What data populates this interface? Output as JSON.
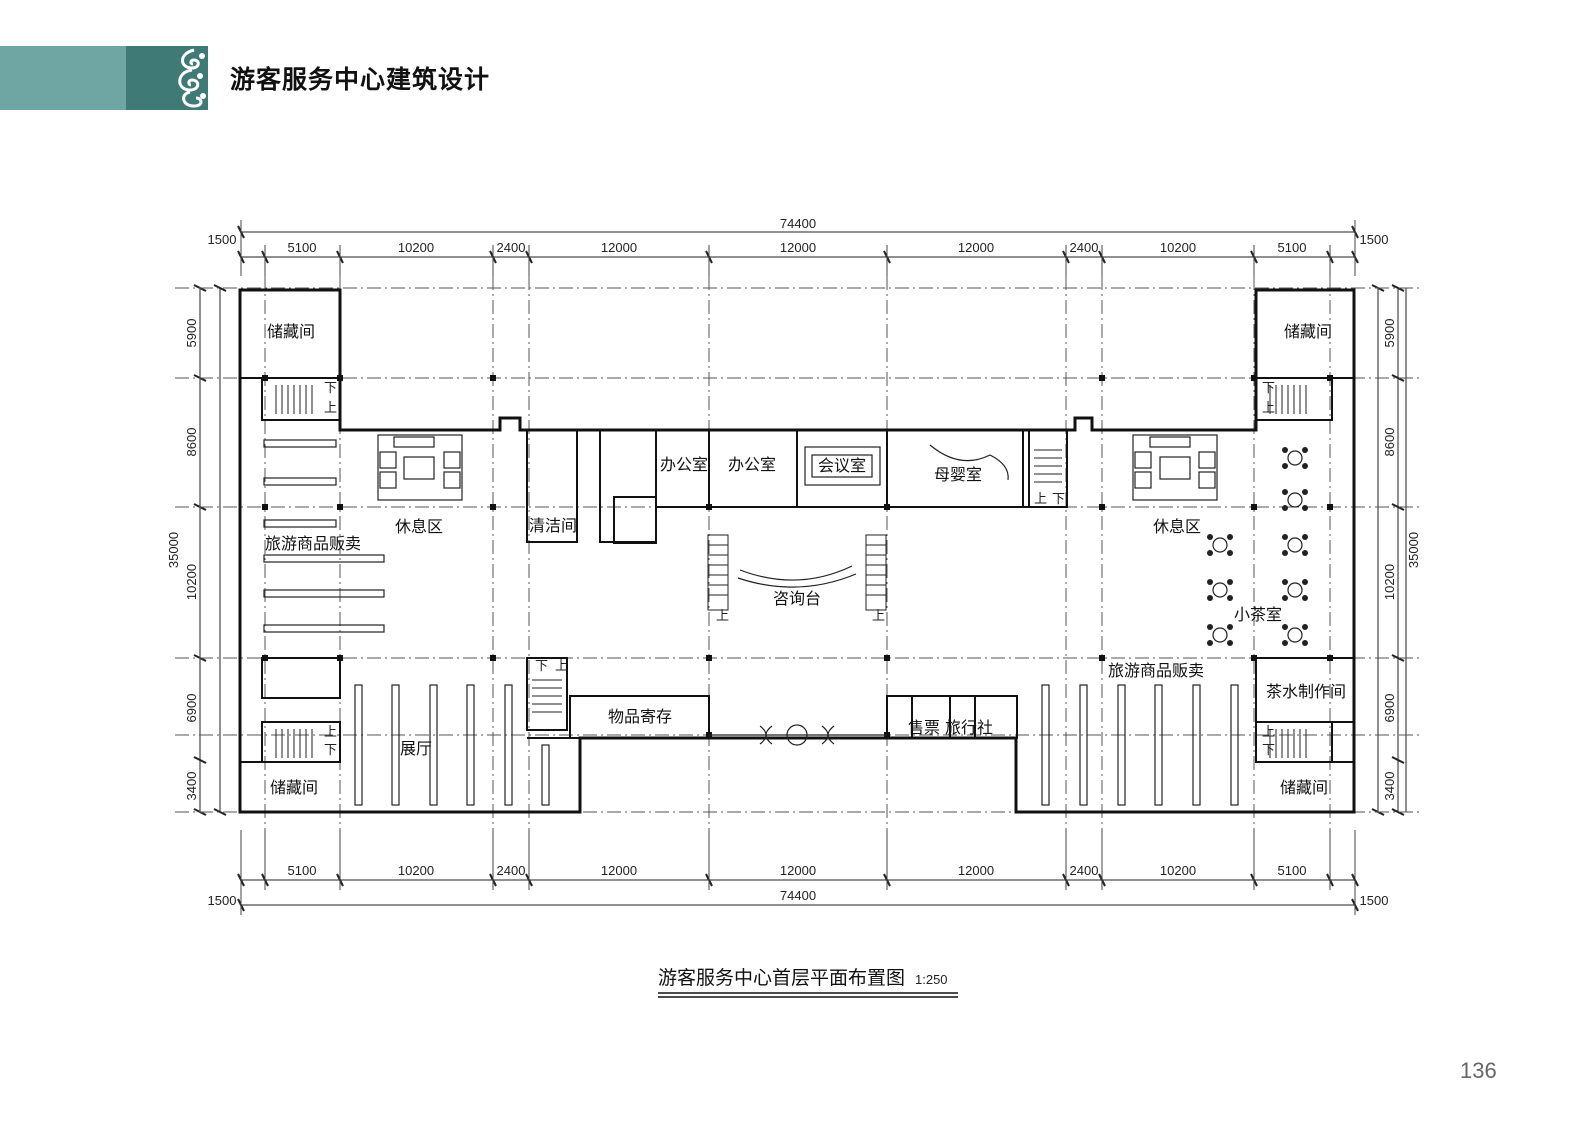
{
  "header": {
    "title": "游客服务中心建筑设计",
    "band_color": "#6fa6a3",
    "band_dark_color": "#3f7a77"
  },
  "plan": {
    "caption": "游客服务中心首层平面布置图",
    "scale": "1:250",
    "dimensions": {
      "total_width": "74400",
      "top_bays": [
        "5100",
        "10200",
        "2400",
        "12000",
        "12000",
        "12000",
        "2400",
        "10200",
        "5100"
      ],
      "bottom_bays": [
        "5100",
        "10200",
        "2400",
        "12000",
        "12000",
        "12000",
        "2400",
        "10200",
        "5100"
      ],
      "margin": "1500",
      "total_depth": "35000",
      "left_bays": [
        "5900",
        "8600",
        "10200",
        "6900",
        "3400"
      ],
      "right_bays": [
        "5900",
        "8600",
        "10200",
        "6900",
        "3400"
      ]
    },
    "rooms": {
      "storage_tl": "储藏间",
      "storage_tr": "储藏间",
      "storage_bl": "储藏间",
      "storage_br": "储藏间",
      "lounge_left": "休息区",
      "lounge_right": "休息区",
      "souvenir_left": "旅游商品贩卖",
      "souvenir_right": "旅游商品贩卖",
      "office_1": "办公室",
      "office_2": "办公室",
      "meeting": "会议室",
      "mother_baby": "母婴室",
      "cleaning": "清洁间",
      "info_desk": "咨询台",
      "tea_room": "小茶室",
      "tea_prep": "茶水制作间",
      "storage_service": "物品寄存",
      "ticket": "售票",
      "travel_agency": "旅行社",
      "exhibition": "展厅"
    },
    "stair_labels": {
      "down": "下",
      "up": "上"
    }
  },
  "page_number": "136"
}
